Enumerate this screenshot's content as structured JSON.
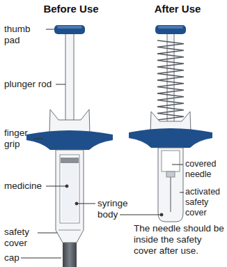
{
  "diagram": {
    "labels": [
      "Before Use",
      "After Use",
      "thumb pad",
      "plunger rod",
      "finger grip",
      "medicine",
      "syringe body",
      "safety cover",
      "cap",
      "covered needle",
      "activated safety cover",
      "The needle should be inside the safety cover after use."
    ]
  }
}
